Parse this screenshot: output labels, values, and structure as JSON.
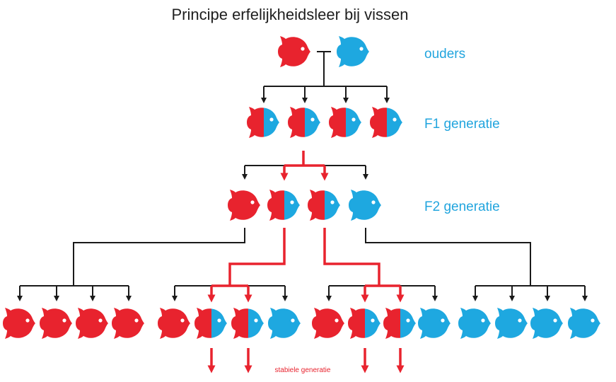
{
  "title": "Principe erfelijkheidsleer bij vissen",
  "labels": {
    "parents": "ouders",
    "f1": "F1 generatie",
    "f2": "F2 generatie",
    "stable": "stabiele generatie"
  },
  "colors": {
    "red": "#e8232e",
    "blue": "#1ea8e0",
    "line": "#1a1a1a",
    "highlight": "#e8232e",
    "label_blue": "#22a5de"
  },
  "fish": {
    "parents": [
      "red",
      "blue"
    ],
    "f1": [
      "half",
      "half",
      "half",
      "half"
    ],
    "f2": [
      "red",
      "half",
      "half",
      "blue"
    ],
    "f3": [
      "red",
      "red",
      "red",
      "red",
      "red",
      "half",
      "half",
      "blue",
      "red",
      "half",
      "half",
      "blue",
      "blue",
      "blue",
      "blue",
      "blue"
    ]
  }
}
